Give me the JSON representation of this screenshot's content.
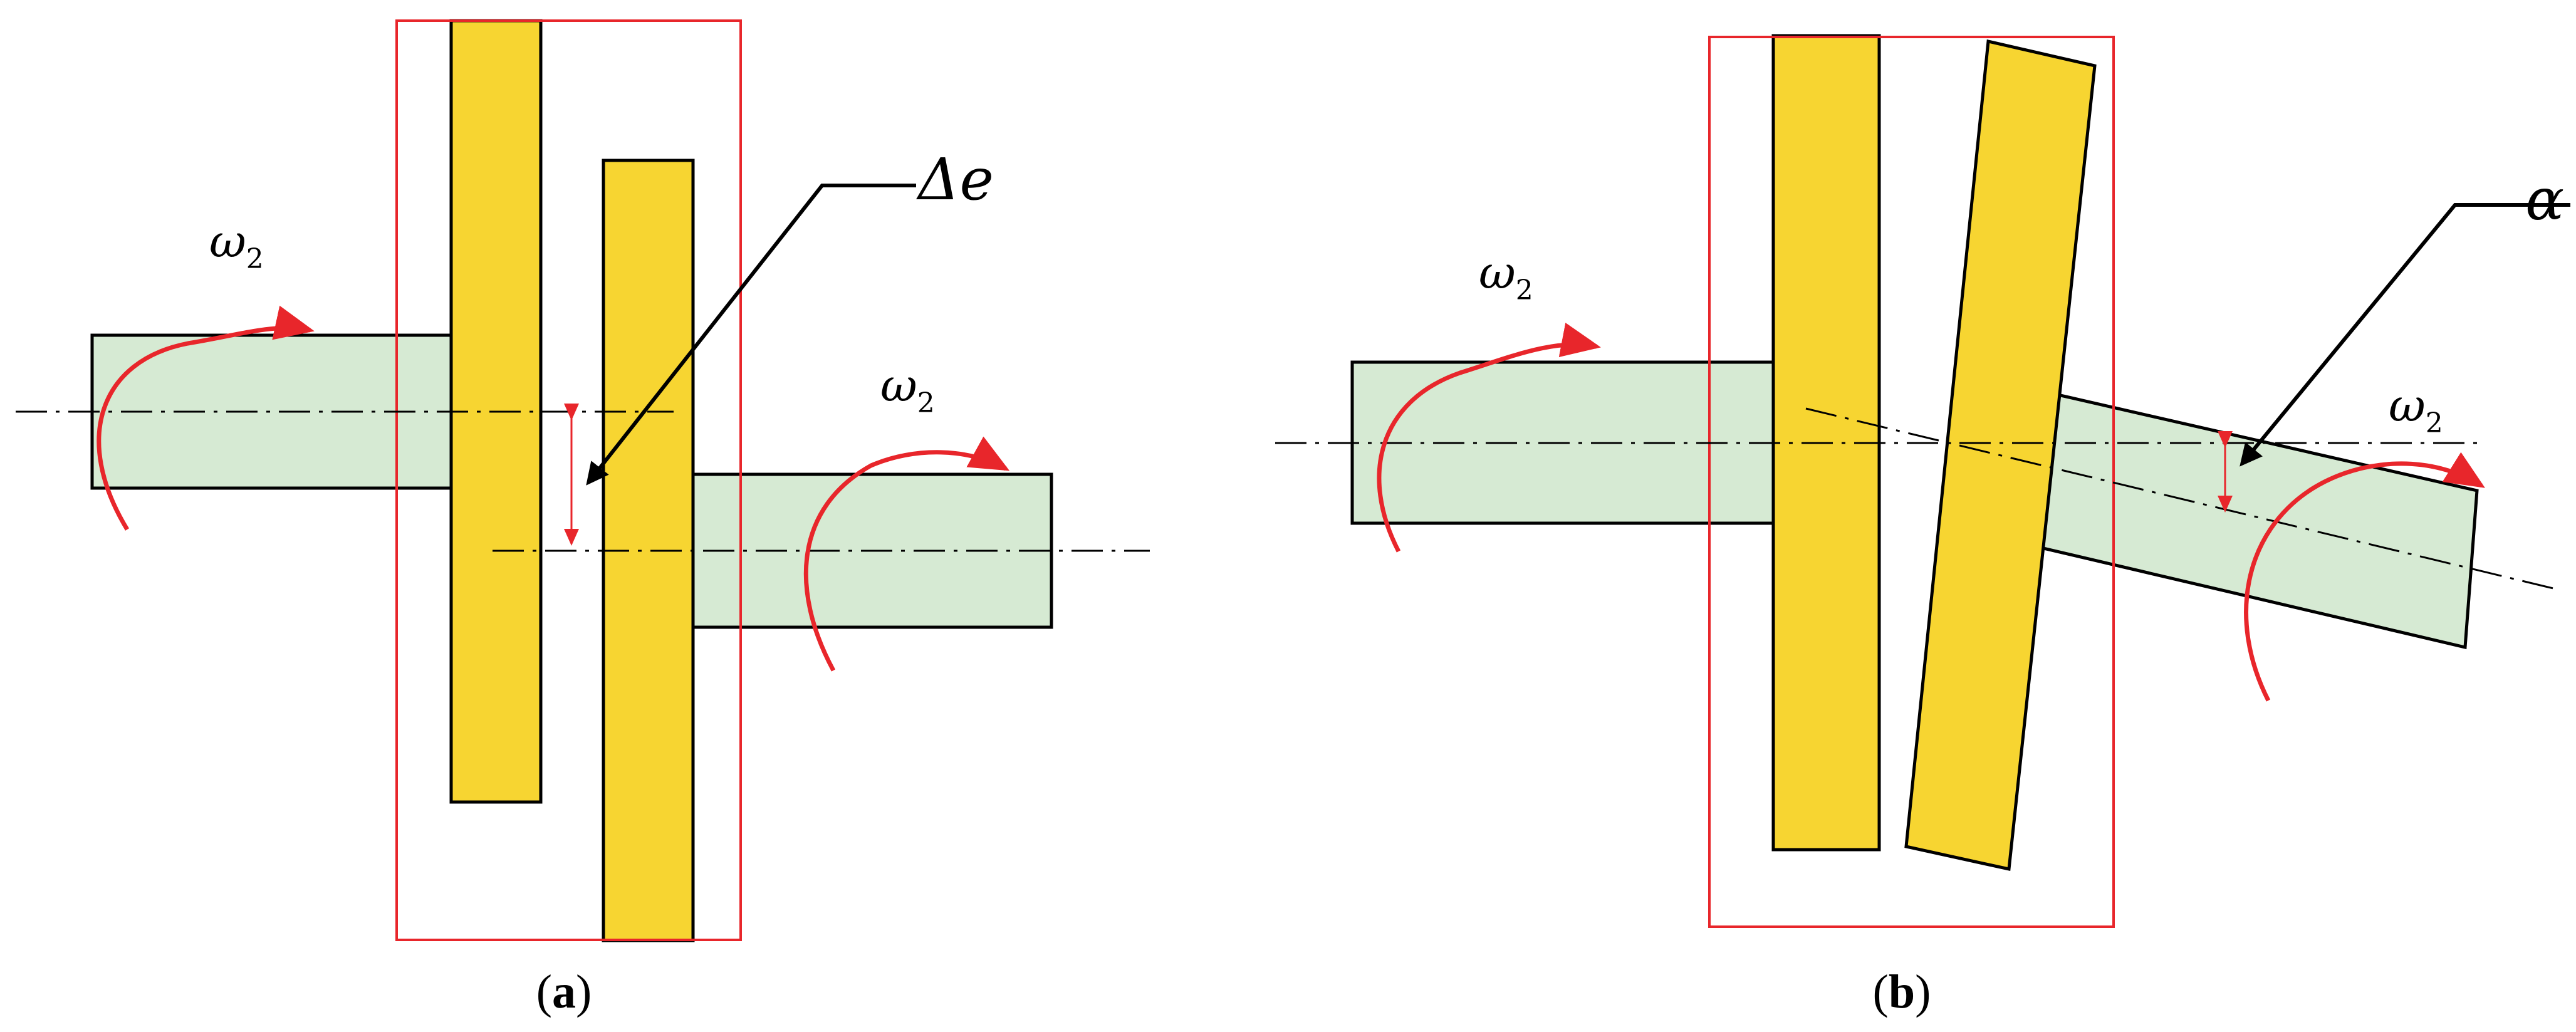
{
  "panel_a": {
    "omega_left": "ω",
    "omega_left_sub": "2",
    "omega_right": "ω",
    "omega_right_sub": "2",
    "offset_label": "Δe",
    "caption_open": "(",
    "caption_letter": "a",
    "caption_close": ")"
  },
  "panel_b": {
    "omega_left": "ω",
    "omega_left_sub": "2",
    "omega_right": "ω",
    "omega_right_sub": "2",
    "angle_label": "α",
    "caption_open": "(",
    "caption_letter": "b",
    "caption_close": ")"
  },
  "colors": {
    "shaft_fill": "#d6ead3",
    "disc_fill": "#f7d531",
    "outline": "#000000",
    "frame": "#e8262b",
    "rotation_arrow": "#e8262b",
    "centerline": "#000000"
  }
}
